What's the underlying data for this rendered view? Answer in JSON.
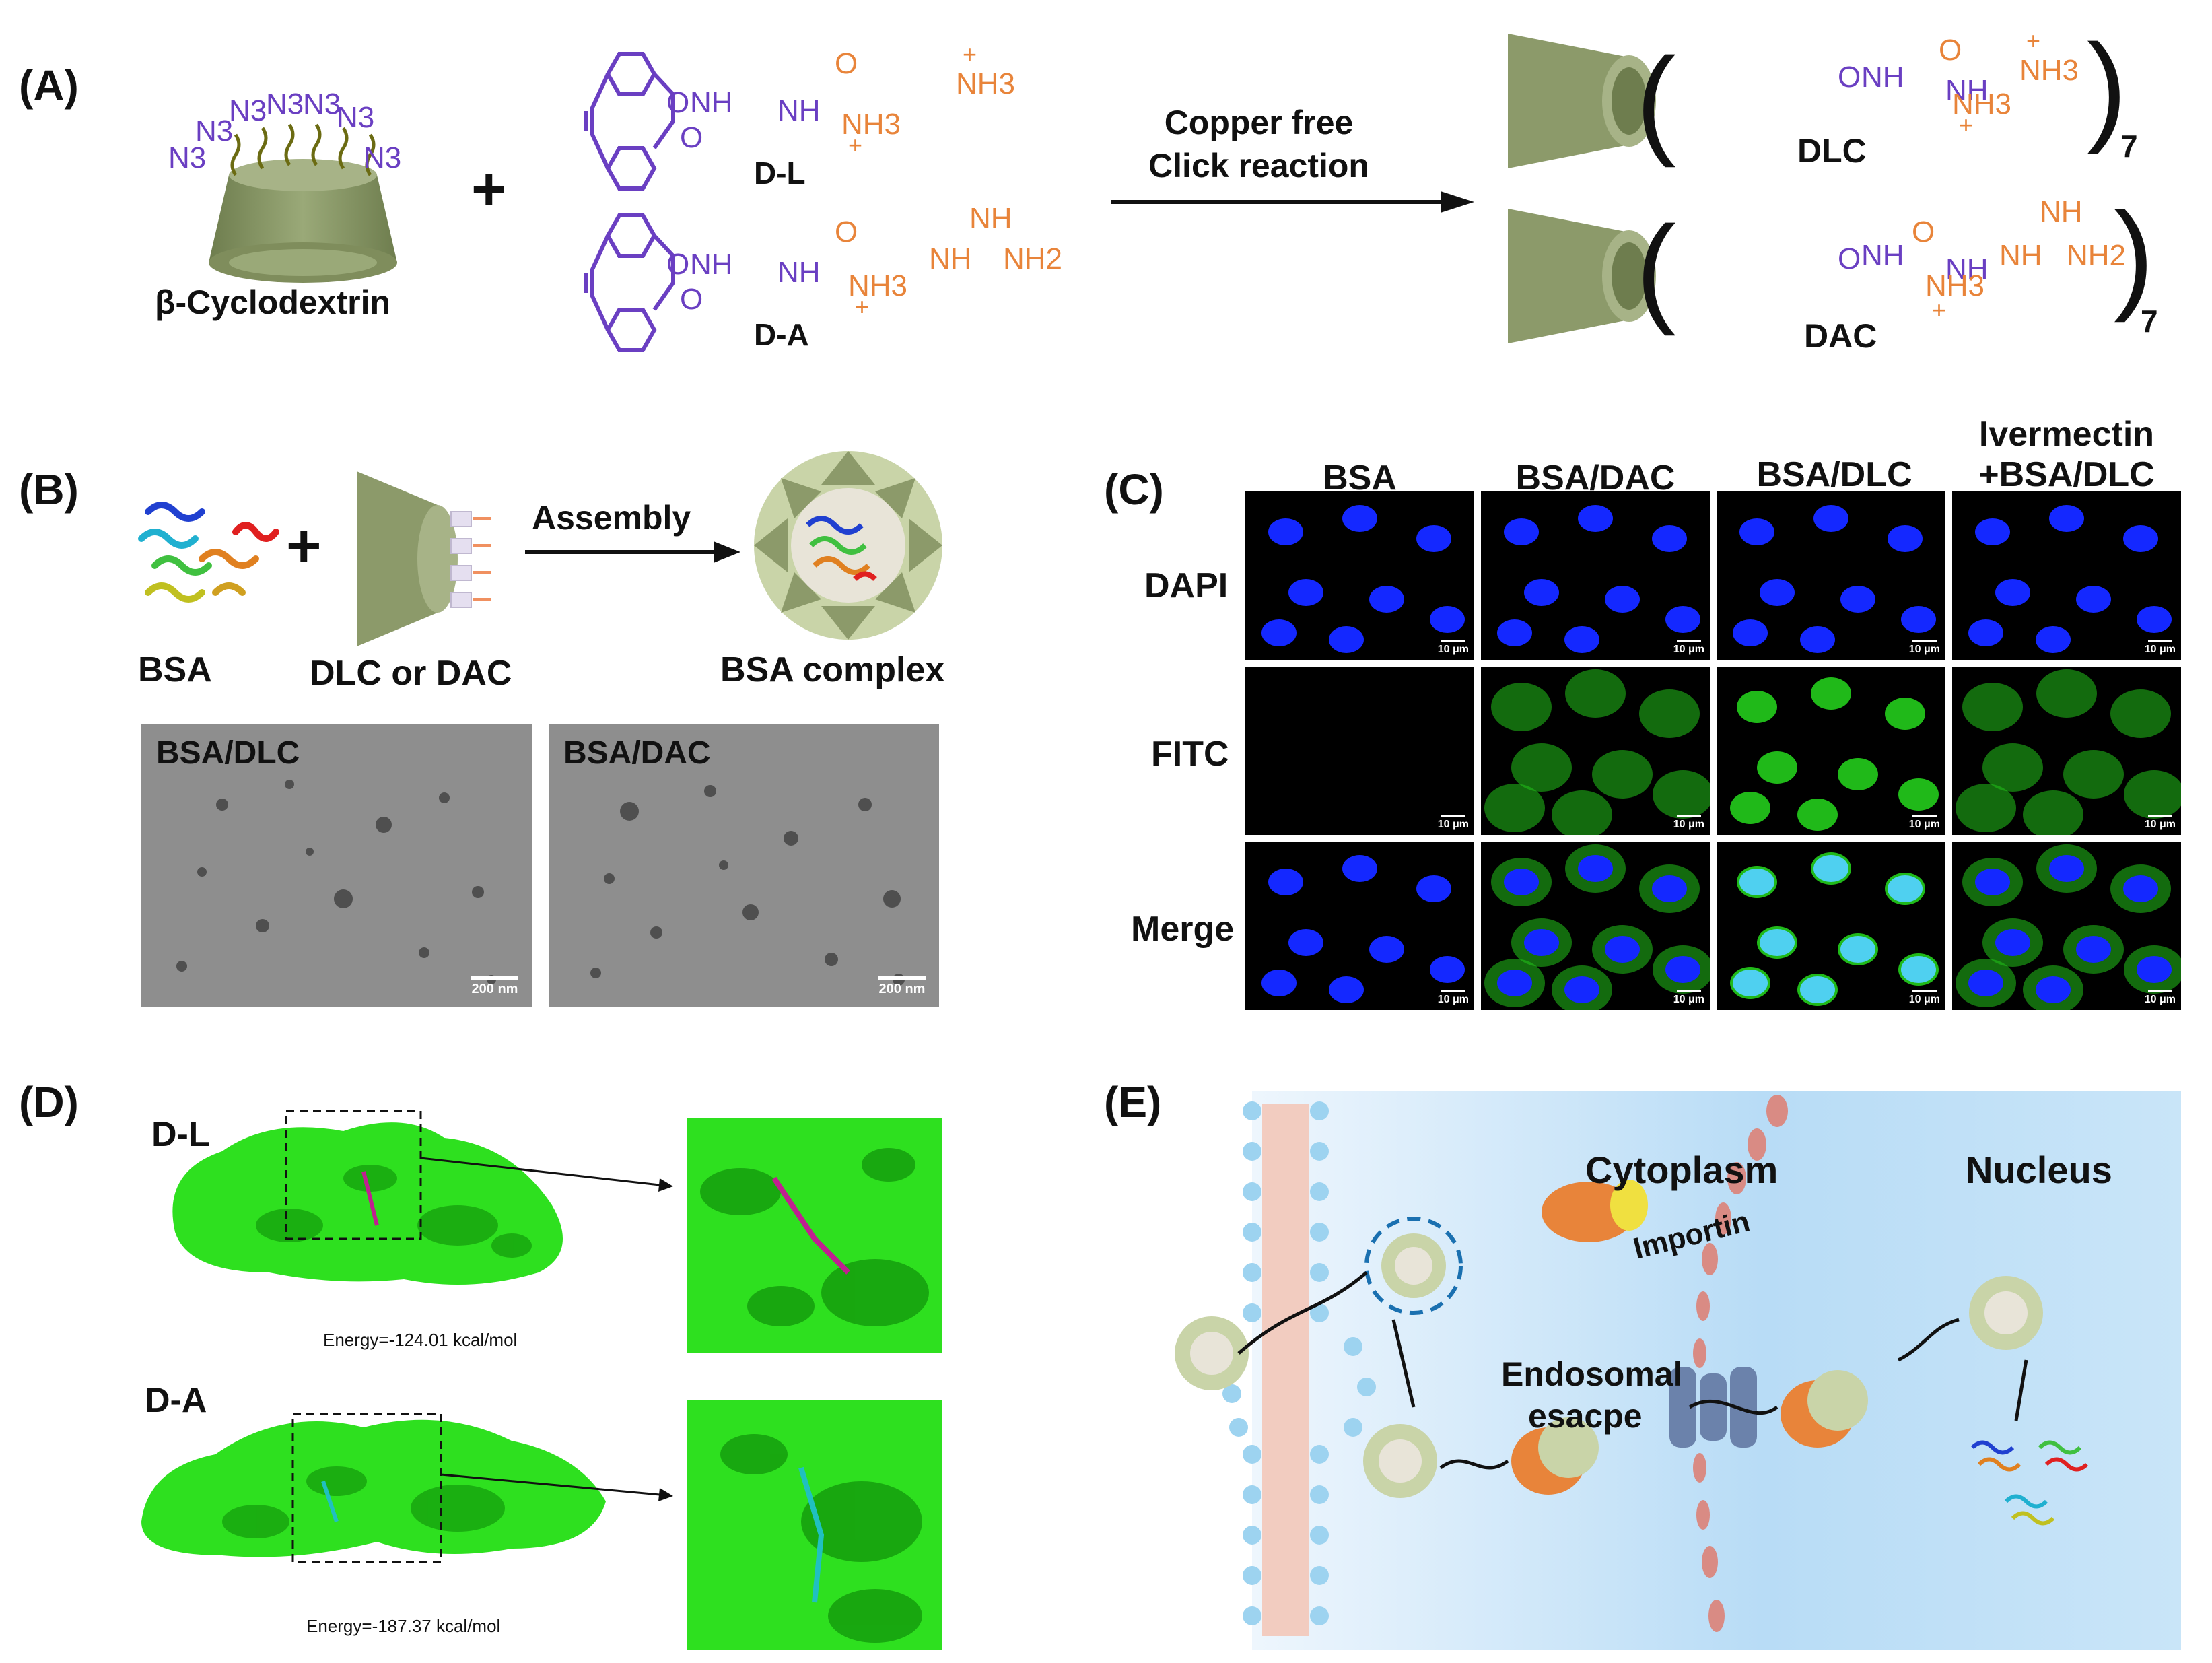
{
  "panelA": {
    "label": "(A)",
    "cyclodextrin_label": "β-Cyclodextrin",
    "azide": "N3",
    "plus": "+",
    "dl_label": "D-L",
    "da_label": "D-A",
    "linker_text": "O",
    "nh": "NH",
    "nh2": "NH2",
    "nh3": "NH3",
    "charge": "+",
    "reaction_line1": "Copper free",
    "reaction_line2": "Click reaction",
    "dlc_label": "DLC",
    "dac_label": "DAC",
    "subscript": "7"
  },
  "panelB": {
    "label": "(B)",
    "bsa": "BSA",
    "plus": "+",
    "dlc_or_dac": "DLC or DAC",
    "assembly": "Assembly",
    "complex": "BSA complex",
    "tem1": "BSA/DLC",
    "tem2": "BSA/DAC",
    "scale": "200 nm"
  },
  "panelC": {
    "label": "(C)",
    "columns": [
      "BSA",
      "BSA/DAC",
      "BSA/DLC",
      "Ivermectin\n+BSA/DLC"
    ],
    "rows": [
      "DAPI",
      "FITC",
      "Merge"
    ],
    "scale": "10 μm"
  },
  "panelD": {
    "label": "(D)",
    "dl": "D-L",
    "da": "D-A",
    "energy1": "Energy=-124.01 kcal/mol",
    "energy2": "Energy=-187.37 kcal/mol"
  },
  "panelE": {
    "label": "(E)",
    "cytoplasm": "Cytoplasm",
    "nucleus": "Nucleus",
    "importin": "Importin",
    "endosomal1": "Endosomal",
    "endosomal2": "esacpe"
  },
  "colors": {
    "purple": "#6a3fc2",
    "orange": "#e8843a",
    "cd_green": "#8c9a6a",
    "protein_green": "#2ee01f",
    "dapi_blue": "#1428ff",
    "fitc_green": "#22c31a"
  }
}
